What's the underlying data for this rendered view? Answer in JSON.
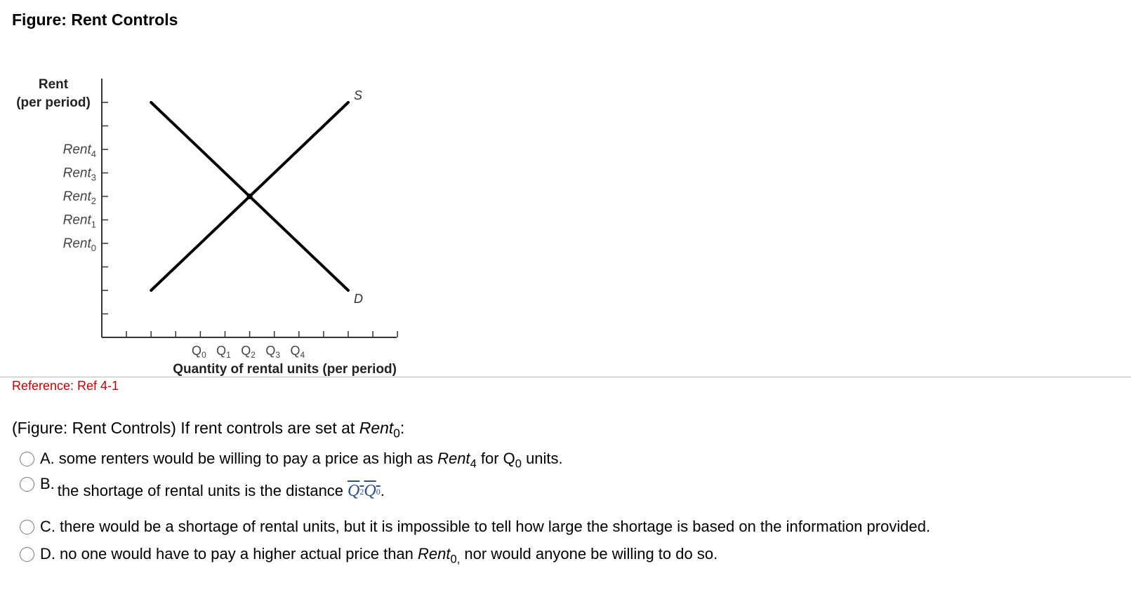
{
  "title": "Figure: Rent Controls",
  "reference": "Reference: Ref 4-1",
  "question": {
    "prefix": "(Figure: Rent Controls) If rent controls are set at ",
    "var": "Rent",
    "sub": "0",
    "suffix": ":"
  },
  "options": [
    {
      "letter": "A.",
      "parts": [
        "some renters would be willing to pay a price as high as ",
        "Rent",
        "4",
        " for Q",
        "0",
        " units."
      ]
    },
    {
      "letter": "B.",
      "text": "the shortage of rental units is the distance ",
      "seg_a": "Q",
      "seg_a_sub": "2",
      "seg_b": "Q",
      "seg_b_sub": "0",
      "end": "."
    },
    {
      "letter": "C.",
      "text": "there would be a shortage of rental units, but it is impossible to tell how large the shortage is based on the information provided."
    },
    {
      "letter": "D.",
      "parts": [
        "no one would have to pay a higher actual price than ",
        "Rent",
        "0,",
        " nor would anyone be willing to do so."
      ]
    }
  ],
  "chart_data": {
    "type": "line",
    "title": "Figure: Rent Controls",
    "ylabel": [
      "Rent",
      "(per period)"
    ],
    "xlabel": "Quantity of rental units (per period)",
    "xlim": [
      0,
      12
    ],
    "ylim": [
      0,
      11
    ],
    "x_ticks": [
      1,
      2,
      3,
      4,
      5,
      6,
      7,
      8,
      9,
      10,
      11,
      12
    ],
    "y_ticks": [
      1,
      2,
      3,
      4,
      5,
      6,
      7,
      8,
      9,
      10
    ],
    "x_tick_labels": [
      {
        "at": 4,
        "text": "Q",
        "sub": "0"
      },
      {
        "at": 5,
        "text": "Q",
        "sub": "1"
      },
      {
        "at": 6,
        "text": "Q",
        "sub": "2"
      },
      {
        "at": 7,
        "text": "Q",
        "sub": "3"
      },
      {
        "at": 8,
        "text": "Q",
        "sub": "4"
      }
    ],
    "y_tick_labels": [
      {
        "at": 8,
        "text": "Rent",
        "sub": "4"
      },
      {
        "at": 7,
        "text": "Rent",
        "sub": "3"
      },
      {
        "at": 6,
        "text": "Rent",
        "sub": "2"
      },
      {
        "at": 5,
        "text": "Rent",
        "sub": "1"
      },
      {
        "at": 4,
        "text": "Rent",
        "sub": "0"
      }
    ],
    "series": [
      {
        "name": "D",
        "points": [
          [
            2,
            10
          ],
          [
            10,
            2
          ]
        ]
      },
      {
        "name": "S",
        "points": [
          [
            2,
            2
          ],
          [
            10,
            10
          ]
        ]
      }
    ],
    "grid": false
  }
}
